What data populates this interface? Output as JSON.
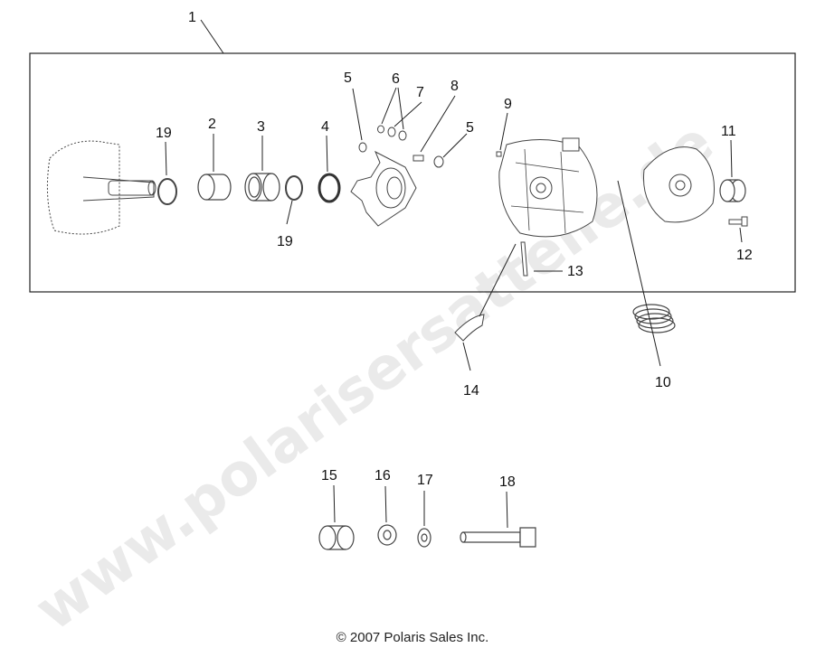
{
  "watermark": "www.polarisersatteile.de",
  "copyright": "© 2007 Polaris Sales Inc.",
  "callouts": {
    "c1": "1",
    "c2": "2",
    "c3": "3",
    "c4": "4",
    "c5a": "5",
    "c5b": "5",
    "c6": "6",
    "c7": "7",
    "c8": "8",
    "c9": "9",
    "c10": "10",
    "c11": "11",
    "c12": "12",
    "c13": "13",
    "c14": "14",
    "c15": "15",
    "c16": "16",
    "c17": "17",
    "c18": "18",
    "c19a": "19",
    "c19b": "19"
  }
}
